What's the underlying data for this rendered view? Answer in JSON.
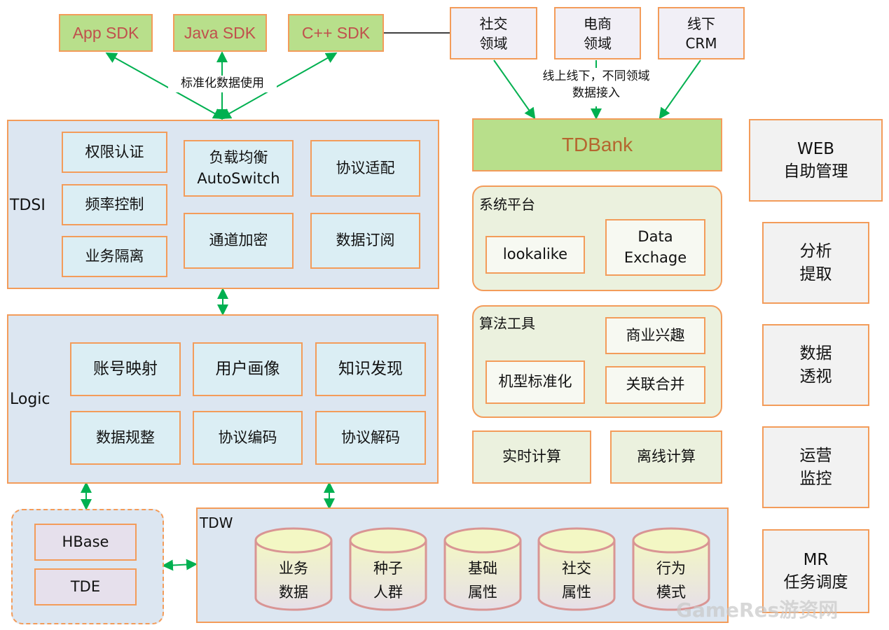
{
  "sdks": [
    "App SDK",
    "Java SDK",
    "C++ SDK"
  ],
  "sdk_label": "标准化数据使用",
  "domains": [
    "社交\n领域",
    "电商\n领域",
    "线下\nCRM"
  ],
  "domain_label": "线上线下，不同领域\n数据接入",
  "tdbank": "TDBank",
  "tdsi": {
    "title": "TDSI",
    "items": [
      "权限认证",
      "频率控制",
      "业务隔离",
      "负载均衡\nAutoSwitch",
      "协议适配",
      "通道加密",
      "数据订阅"
    ]
  },
  "logic": {
    "title": "Logic",
    "items": [
      "账号映射",
      "用户画像",
      "知识发现",
      "数据规整",
      "协议编码",
      "协议解码"
    ]
  },
  "storage": [
    "HBase",
    "TDE"
  ],
  "tdw": {
    "title": "TDW",
    "items": [
      "业务\n数据",
      "种子\n人群",
      "基础\n属性",
      "社交\n属性",
      "行为\n模式"
    ]
  },
  "system_platform": {
    "title": "系统平台",
    "items": [
      "lookalike",
      "Data\nExchage"
    ]
  },
  "algorithm_tools": {
    "title": "算法工具",
    "items": [
      "商业兴趣",
      "机型标准化",
      "关联合并"
    ]
  },
  "compute": [
    "实时计算",
    "离线计算"
  ],
  "side": [
    "WEB\n自助管理",
    "分析\n提取",
    "数据\n透视",
    "运营\n监控",
    "MR\n任务调度"
  ],
  "watermark": "GameRes游资网",
  "colors": {
    "border": "#f39c5a",
    "arrow": "#00b050",
    "sdk_bg": "#b8df8b",
    "sdk_text": "#c0504d",
    "group_bg": "#dce6f1"
  }
}
